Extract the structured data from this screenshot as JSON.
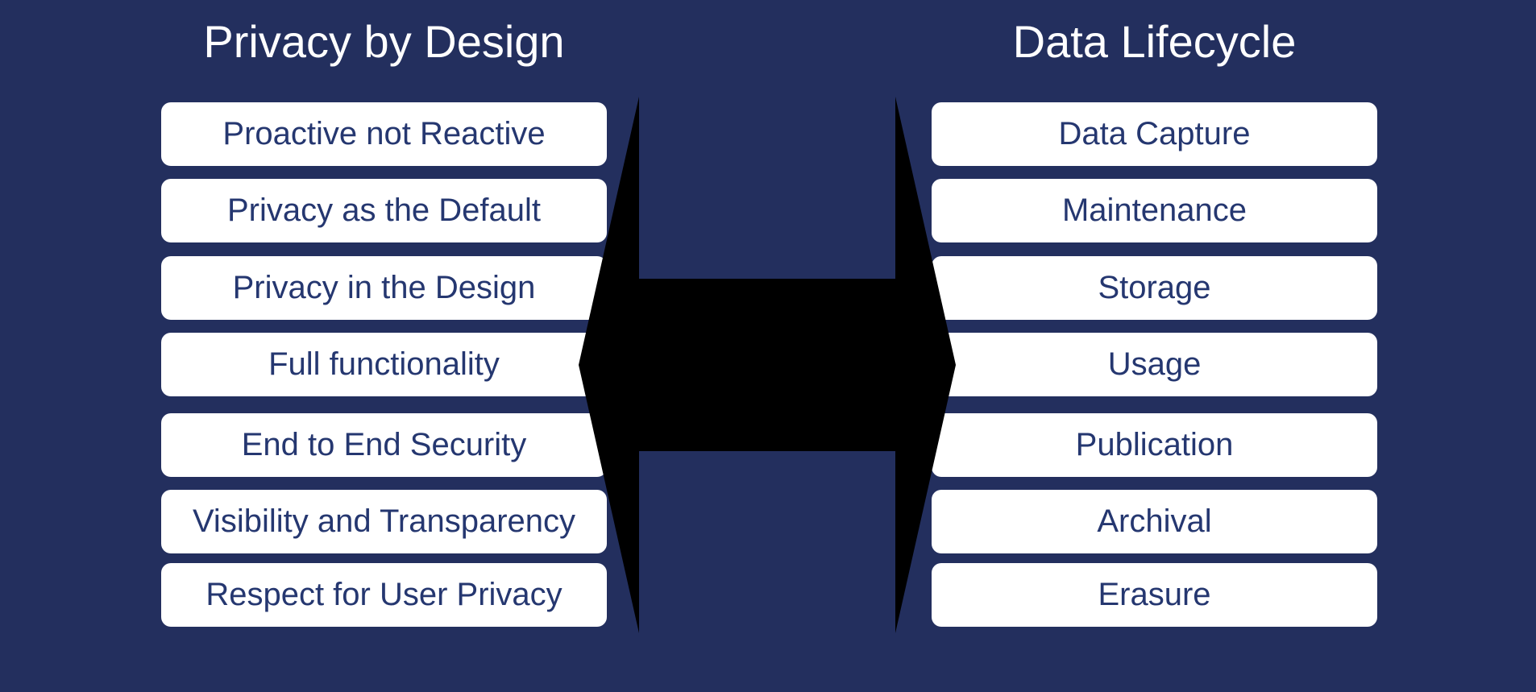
{
  "left_column": {
    "title": "Privacy by Design",
    "items": [
      "Proactive not Reactive",
      "Privacy as the Default",
      "Privacy in the Design",
      "Full functionality",
      "End to End Security",
      "Visibility and Transparency",
      "Respect for User Privacy"
    ]
  },
  "right_column": {
    "title": "Data Lifecycle",
    "items": [
      "Data Capture",
      "Maintenance",
      "Storage",
      "Usage",
      "Publication",
      "Archival",
      "Erasure"
    ]
  },
  "colors": {
    "background": "#232f5e",
    "box_fill": "#ffffff",
    "box_text": "#253770",
    "heading_text": "#ffffff",
    "arrow": "#000000"
  },
  "connector": {
    "type": "double-headed-arrow",
    "icon": "double-arrow-icon"
  }
}
